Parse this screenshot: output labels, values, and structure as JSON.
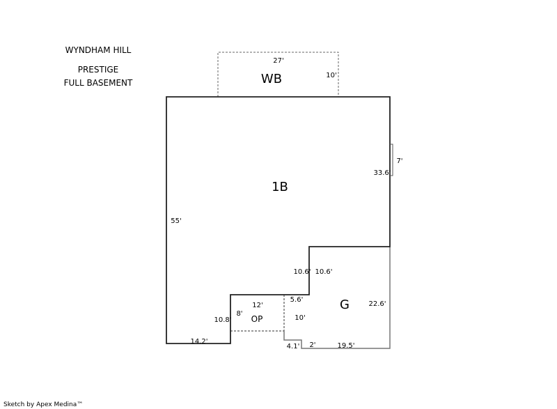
{
  "header": {
    "line1": "WYNDHAM HILL",
    "line2": "PRESTIGE",
    "line3": "FULL BASEMENT"
  },
  "areas": {
    "wb": {
      "label": "WB",
      "dim_top": "27'",
      "dim_right": "10'"
    },
    "main": {
      "label": "1B",
      "dim_right": "33.6'",
      "dim_bump": "7'",
      "dim_left": "55'",
      "dim_step_left": "10.6'",
      "dim_bottom": "14.2'"
    },
    "op": {
      "label": "OP",
      "dim_top": "12'",
      "dim_side": "8'",
      "dim_left": "10.8'"
    },
    "g": {
      "label": "G",
      "dim_step_right": "10.6'",
      "dim_top": "5.6'",
      "dim_left": "10'",
      "dim_right": "22.6'",
      "dim_notch": "4.1'",
      "dim_notch_b": "2'",
      "dim_bottom": "19.5'"
    }
  },
  "footer": {
    "credit": "Sketch by Apex Medina™"
  },
  "colors": {
    "wall": "#222222",
    "garage": "#777777",
    "dashed": "#666666"
  }
}
